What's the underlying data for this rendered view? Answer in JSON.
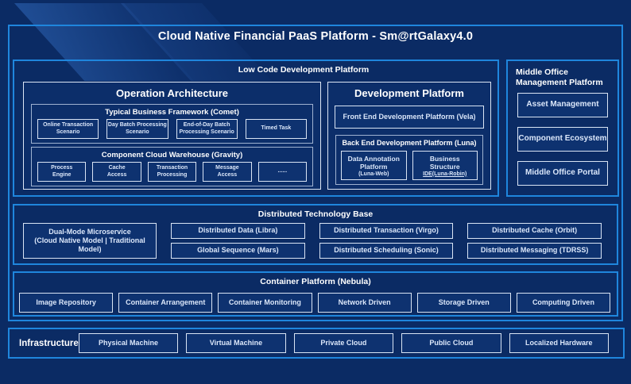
{
  "title": "Cloud Native Financial PaaS Platform - Sm@rtGalaxy4.0",
  "colors": {
    "background": "#0b2b64",
    "section_border": "#1f86dd",
    "leaf_border": "#d9e4f4",
    "group_border": "#9fb2d1",
    "leaf_fill": "#0e3270",
    "leaf_text": "#dbe7fa"
  },
  "low_code": {
    "label": "Low Code Development Platform",
    "operation_architecture": {
      "title": "Operation Architecture",
      "comet": {
        "title": "Typical Business Framework (Comet)",
        "items": [
          "Online Transaction\nScenario",
          "Day Batch Processing\nScenario",
          "End-of-Day Batch\nProcessing Scenario",
          "Timed Task"
        ]
      },
      "gravity": {
        "title": "Component Cloud Warehouse (Gravity)",
        "items": [
          "Process\nEngine",
          "Cache\nAccess",
          "Transaction\nProcessing",
          "Message\nAccess",
          "......"
        ]
      }
    },
    "development_platform": {
      "title": "Development Platform",
      "front_end": "Front End Development Platform (Vela)",
      "back_end": {
        "title": "Back End Development Platform (Luna)",
        "items": [
          {
            "main": "Data Annotation\nPlatform",
            "sub": "(Luna-Web)"
          },
          {
            "main": "Business\nStructure",
            "sub": "IDE(Luna-Robin)"
          }
        ]
      }
    }
  },
  "middle_office": {
    "label": "Middle Office Management Platform",
    "items": [
      "Asset Management",
      "Component Ecosystem",
      "Middle Office Portal"
    ]
  },
  "distributed": {
    "label": "Distributed Technology Base",
    "dual_mode": "Dual-Mode Microservice\n(Cloud Native Model | Traditional\nModel)",
    "row1": [
      "Distributed Data (Libra)",
      "Distributed Transaction (Virgo)",
      "Distributed Cache (Orbit)"
    ],
    "row2": [
      "Global Sequence (Mars)",
      "Distributed Scheduling (Sonic)",
      "Distributed Messaging (TDRSS)"
    ]
  },
  "container_platform": {
    "label": "Container Platform (Nebula)",
    "items": [
      "Image Repository",
      "Container Arrangement",
      "Container Monitoring",
      "Network Driven",
      "Storage Driven",
      "Computing Driven"
    ]
  },
  "infrastructure": {
    "label": "Infrastructure",
    "items": [
      "Physical Machine",
      "Virtual Machine",
      "Private Cloud",
      "Public Cloud",
      "Localized Hardware"
    ]
  }
}
